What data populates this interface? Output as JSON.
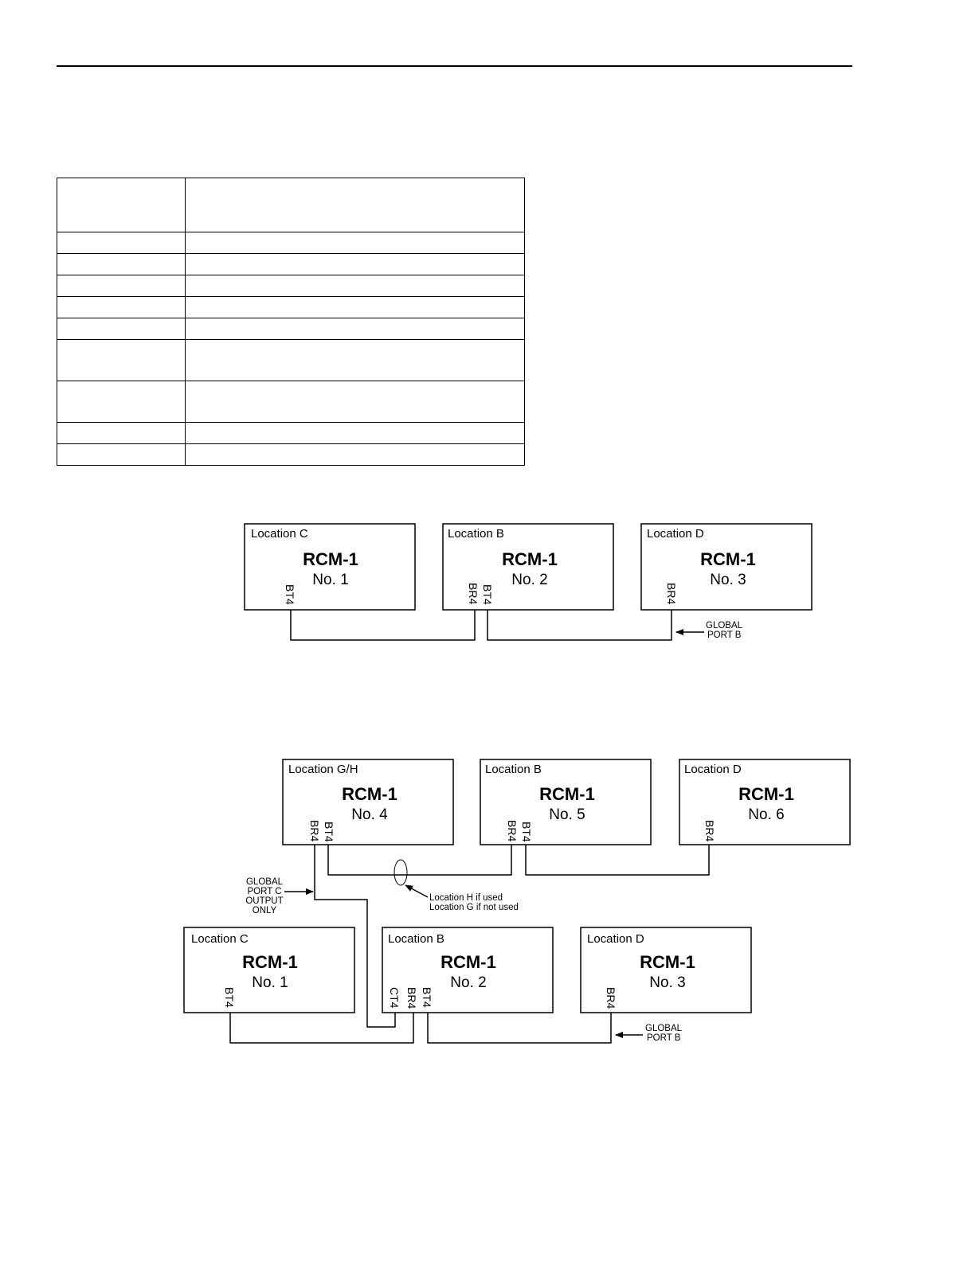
{
  "table": {
    "rows": [
      {
        "h": 68
      },
      {
        "h": 27
      },
      {
        "h": 27
      },
      {
        "h": 27
      },
      {
        "h": 27
      },
      {
        "h": 27
      },
      {
        "h": 52
      },
      {
        "h": 52
      },
      {
        "h": 27
      },
      {
        "h": 27
      }
    ]
  },
  "diagram1": {
    "units": [
      {
        "location": "Location C",
        "model": "RCM-1",
        "unit": "No. 1",
        "ports": [
          "BT4"
        ]
      },
      {
        "location": "Location B",
        "model": "RCM-1",
        "unit": "No. 2",
        "ports": [
          "BR4",
          "BT4"
        ]
      },
      {
        "location": "Location D",
        "model": "RCM-1",
        "unit": "No. 3",
        "ports": [
          "BR4"
        ]
      }
    ],
    "callouts": {
      "global_port_b": [
        "GLOBAL",
        "PORT B"
      ]
    }
  },
  "diagram2": {
    "units": [
      {
        "location": "Location G/H",
        "model": "RCM-1",
        "unit": "No. 4",
        "ports": [
          "BR4",
          "BT4"
        ]
      },
      {
        "location": "Location B",
        "model": "RCM-1",
        "unit": "No. 5",
        "ports": [
          "BR4",
          "BT4"
        ]
      },
      {
        "location": "Location D",
        "model": "RCM-1",
        "unit": "No. 6",
        "ports": [
          "BR4"
        ]
      },
      {
        "location": "Location C",
        "model": "RCM-1",
        "unit": "No. 1",
        "ports": [
          "BT4"
        ]
      },
      {
        "location": "Location B",
        "model": "RCM-1",
        "unit": "No. 2",
        "ports": [
          "CT4",
          "BR4",
          "BT4"
        ]
      },
      {
        "location": "Location D",
        "model": "RCM-1",
        "unit": "No. 3",
        "ports": [
          "BR4"
        ]
      }
    ],
    "callouts": {
      "global_port_c": [
        "GLOBAL",
        "PORT C",
        "OUTPUT",
        "ONLY"
      ],
      "location_note": [
        "Location H if used",
        "Location G if not used"
      ],
      "global_port_b": [
        "GLOBAL",
        "PORT B"
      ]
    }
  }
}
